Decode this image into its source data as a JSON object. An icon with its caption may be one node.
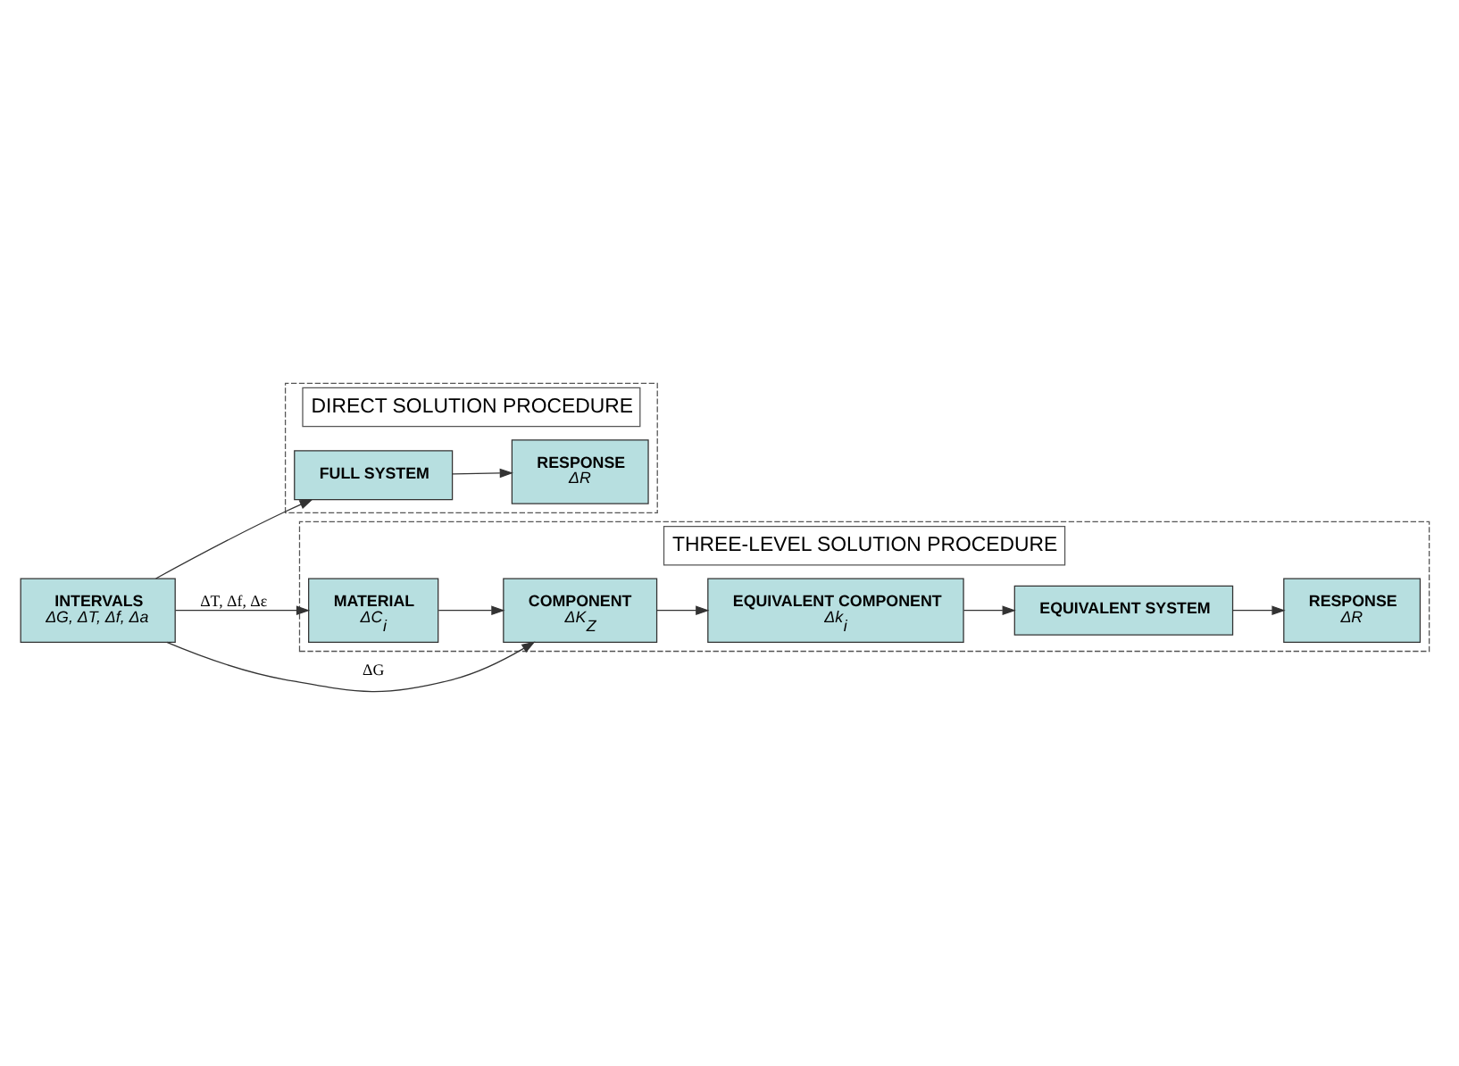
{
  "diagram": {
    "nodes": [
      {
        "text": [
          "INTERVALS",
          "ΔG, ΔT, Δf, Δa"
        ]
      },
      {
        "text": [
          "DIRECT SOLUTION PROCEDURE"
        ]
      },
      {
        "text": [
          "FULL SYSTEM"
        ],
        "in": 1
      },
      {
        "text": [
          "RESPONSE",
          "ΔR"
        ],
        "in": 1
      },
      {
        "text": [
          "THREE-LEVEL SOLUTION PROCEDURE"
        ]
      },
      {
        "text": [
          "MATERIAL",
          "ΔC$_{i}$"
        ],
        "in": 4
      },
      {
        "text": [
          "COMPONENT",
          "ΔK$_{Z}$"
        ],
        "in": 4
      },
      {
        "text": [
          "EQUIVALENT SYSTEM"
        ],
        "in": 4
      },
      {
        "text": [
          "RESPONSE",
          "ΔR"
        ],
        "in": 4
      },
      {
        "text": [
          "EQUIVALENT COMPONENT",
          "Δk$_{i}$"
        ],
        "in": 4
      }
    ],
    "edges": [
      {
        "from": 0,
        "to": 2,
        "arrow": "to"
      },
      {
        "from": 2,
        "to": 3,
        "arrow": "to"
      },
      {
        "from": 0,
        "to": 5,
        "arrow": "to",
        "label": "ΔT, Δf, Δε"
      },
      {
        "from": 0,
        "to": 6,
        "arrow": "to",
        "label": "ΔG"
      },
      {
        "from": 5,
        "to": 6,
        "arrow": "to"
      },
      {
        "from": 6,
        "to": 9,
        "arrow": "to"
      },
      {
        "from": 9,
        "to": 7,
        "arrow": "to"
      },
      {
        "from": 7,
        "to": 8,
        "arrow": "to"
      }
    ]
  }
}
